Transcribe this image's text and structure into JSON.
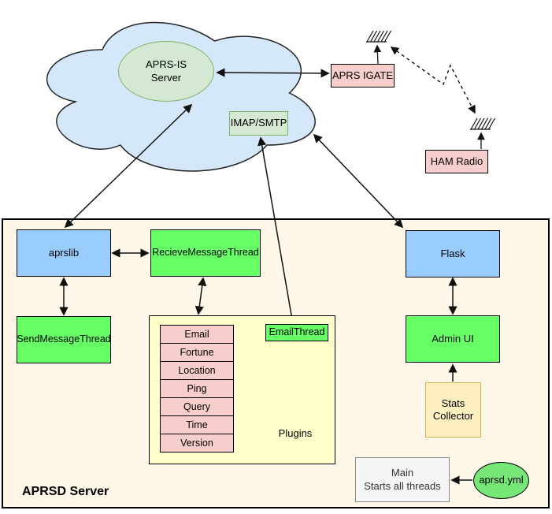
{
  "title": "APRSD Server",
  "cloud": {
    "aprs_is_server": "APRS-IS\nServer",
    "imap_smtp": "IMAP/SMTP"
  },
  "radio": {
    "aprs_igate": "APRS IGATE",
    "ham_radio": "HAM Radio"
  },
  "server": {
    "aprslib": "aprslib",
    "recieve_message_thread": "RecieveMessageThread",
    "send_message_thread": "SendMessageThread",
    "email_thread": "EmailThread",
    "plugins_label": "Plugins",
    "plugins": [
      "Email",
      "Fortune",
      "Location",
      "Ping",
      "Query",
      "Time",
      "Version"
    ],
    "flask": "Flask",
    "admin_ui": "Admin UI",
    "stats_collector": "Stats\nCollector",
    "main": "Main\nStarts all threads",
    "aprsd_yml": "aprsd.yml"
  },
  "colors": {
    "cloud_fill": "#d5e7fa",
    "node_blue": "#99ccff",
    "node_green": "#66ff66",
    "node_pink": "#f8cecc",
    "node_soft_green": "#d5e8d4",
    "soft_green_border": "#82b366",
    "plugins_fill": "#ffffcc",
    "server_fill": "#fff8e9",
    "stats_fill": "#fff0c0",
    "stats_border": "#d4b04c",
    "yml_fill": "#77e877",
    "main_fill": "#f5f5f5"
  }
}
